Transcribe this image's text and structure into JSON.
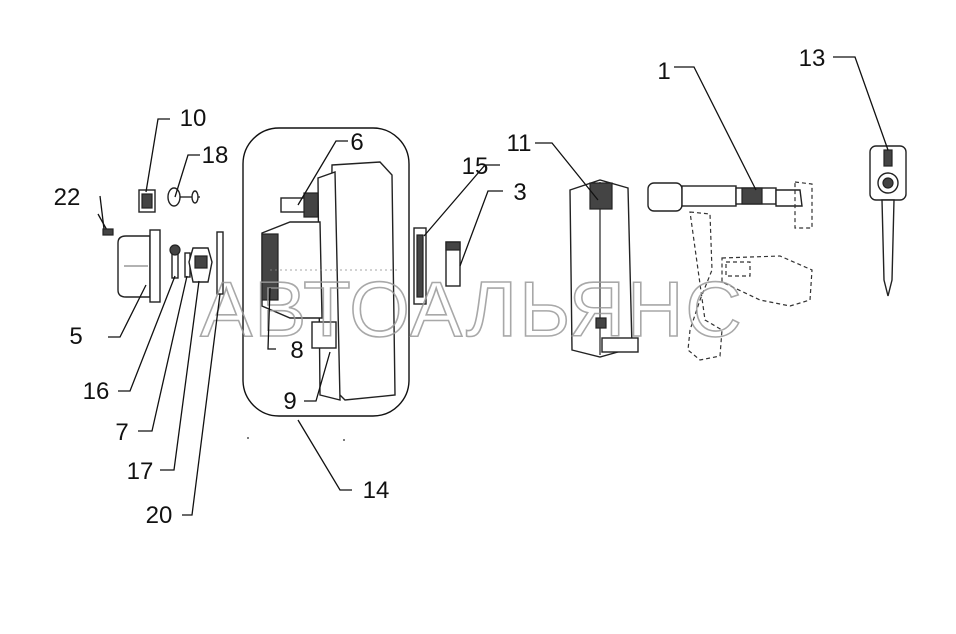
{
  "watermark": "АВТОАЛЬЯНС",
  "callouts": [
    {
      "id": "1",
      "text": "1"
    },
    {
      "id": "3",
      "text": "3"
    },
    {
      "id": "5",
      "text": "5"
    },
    {
      "id": "6",
      "text": "6"
    },
    {
      "id": "7",
      "text": "7"
    },
    {
      "id": "8",
      "text": "8"
    },
    {
      "id": "9",
      "text": "9"
    },
    {
      "id": "10",
      "text": "10"
    },
    {
      "id": "11",
      "text": "11"
    },
    {
      "id": "13",
      "text": "13"
    },
    {
      "id": "14",
      "text": "14"
    },
    {
      "id": "15",
      "text": "15"
    },
    {
      "id": "16",
      "text": "16"
    },
    {
      "id": "17",
      "text": "17"
    },
    {
      "id": "18",
      "text": "18"
    },
    {
      "id": "20",
      "text": "20"
    },
    {
      "id": "22",
      "text": "22"
    }
  ]
}
